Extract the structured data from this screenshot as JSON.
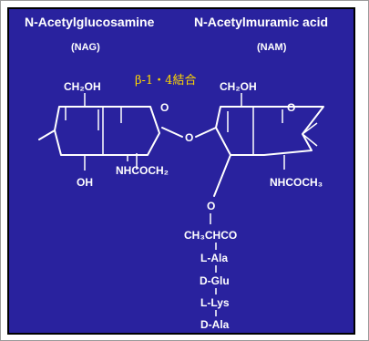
{
  "sugars": {
    "nag": {
      "name": "N-Acetylglucosamine",
      "abbr": "(NAG)",
      "ch2oh": "CH₂OH",
      "oh": "OH",
      "nhcoch": "NHCOCH₂"
    },
    "nam": {
      "name": "N-Acetylmuramic acid",
      "abbr": "(NAM)",
      "ch2oh": "CH₂OH",
      "nhcoch": "NHCOCH₃"
    }
  },
  "linkage": {
    "label": "β-1・4結合",
    "color": "#ffd700"
  },
  "side_chain": {
    "ch3chco": "CH₃CHCO",
    "peptide": [
      "L-Ala",
      "D-Glu",
      "L-Lys",
      "D-Ala"
    ]
  },
  "colors": {
    "background": "#29229e",
    "text": "#ffffff",
    "highlight": "#ffd700"
  }
}
